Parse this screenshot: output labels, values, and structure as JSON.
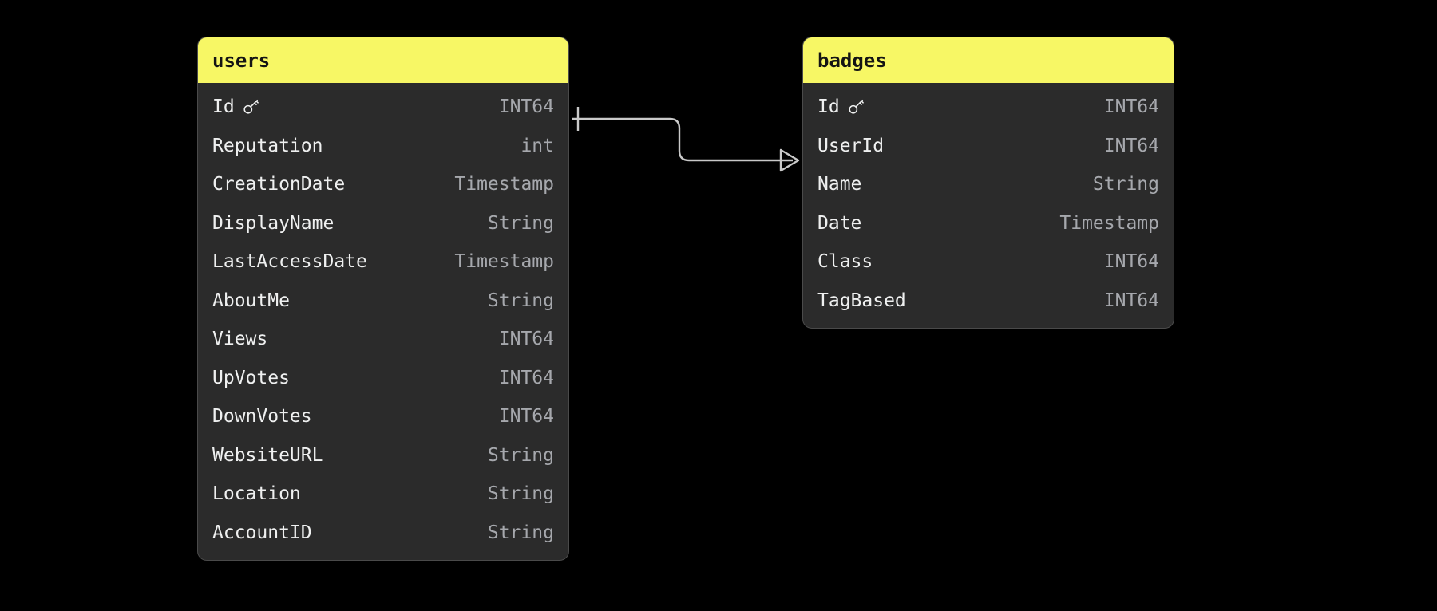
{
  "background_color": "#000000",
  "theme": {
    "card_background": "#2b2b2b",
    "card_border": "#4a4a4a",
    "header_background": "#f7f765",
    "header_text": "#141414",
    "field_text": "#eff0f0",
    "type_text": "#a6a8ad",
    "relation_line": "#c9c9c9"
  },
  "tables": [
    {
      "name": "users",
      "key_icon": "key-icon",
      "columns": [
        {
          "field": "Id",
          "type": "INT64",
          "primary_key": true
        },
        {
          "field": "Reputation",
          "type": "int",
          "primary_key": false
        },
        {
          "field": "CreationDate",
          "type": "Timestamp",
          "primary_key": false
        },
        {
          "field": "DisplayName",
          "type": "String",
          "primary_key": false
        },
        {
          "field": "LastAccessDate",
          "type": "Timestamp",
          "primary_key": false
        },
        {
          "field": "AboutMe",
          "type": "String",
          "primary_key": false
        },
        {
          "field": "Views",
          "type": "INT64",
          "primary_key": false
        },
        {
          "field": "UpVotes",
          "type": "INT64",
          "primary_key": false
        },
        {
          "field": "DownVotes",
          "type": "INT64",
          "primary_key": false
        },
        {
          "field": "WebsiteURL",
          "type": "String",
          "primary_key": false
        },
        {
          "field": "Location",
          "type": "String",
          "primary_key": false
        },
        {
          "field": "AccountID",
          "type": "String",
          "primary_key": false
        }
      ]
    },
    {
      "name": "badges",
      "key_icon": "key-icon",
      "columns": [
        {
          "field": "Id",
          "type": "INT64",
          "primary_key": true
        },
        {
          "field": "UserId",
          "type": "INT64",
          "primary_key": false
        },
        {
          "field": "Name",
          "type": "String",
          "primary_key": false
        },
        {
          "field": "Date",
          "type": "Timestamp",
          "primary_key": false
        },
        {
          "field": "Class",
          "type": "INT64",
          "primary_key": false
        },
        {
          "field": "TagBased",
          "type": "INT64",
          "primary_key": false
        }
      ]
    }
  ],
  "relationships": [
    {
      "from_table": "users",
      "from_column": "Id",
      "to_table": "badges",
      "to_column": "UserId",
      "from_cardinality": "one",
      "to_cardinality": "many"
    }
  ]
}
